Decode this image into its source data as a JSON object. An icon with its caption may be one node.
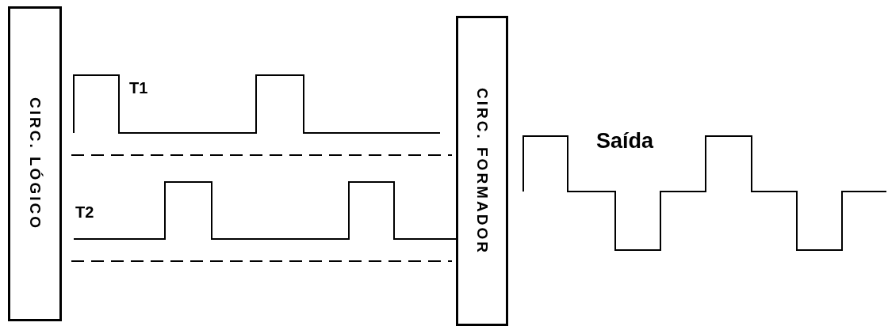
{
  "diagram": {
    "nodes": [
      {
        "text": [
          "CIRC. LÓGICO"
        ]
      },
      {
        "text": [
          "CIRC. FORMADOR"
        ]
      }
    ],
    "labels": [
      "T1",
      "T2",
      "Saída"
    ]
  }
}
